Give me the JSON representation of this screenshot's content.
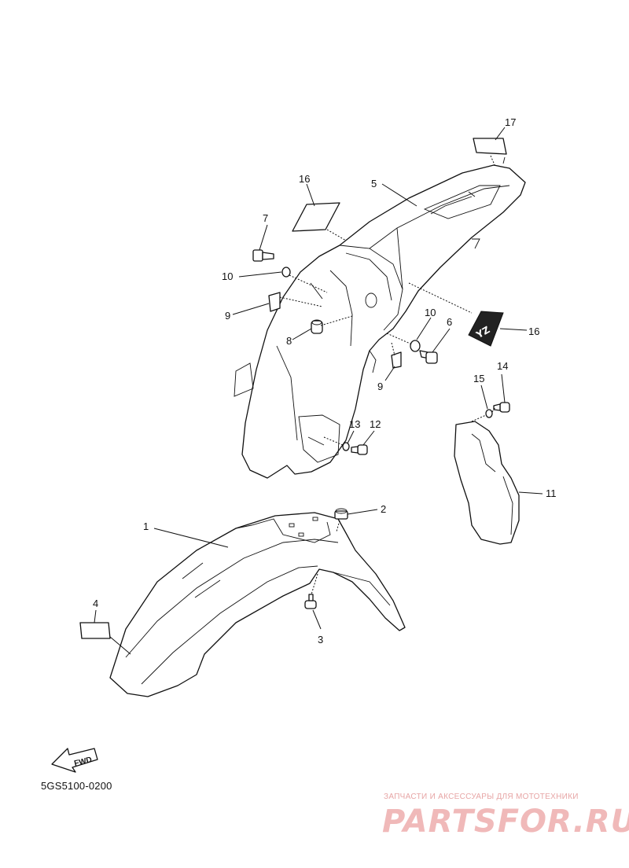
{
  "diagram": {
    "part_code": "5GS5100-0200",
    "fwd_arrow_label": "FWD",
    "decal_text": "YZ",
    "labels": {
      "l1": "1",
      "l2": "2",
      "l3": "3",
      "l4": "4",
      "l5": "5",
      "l6": "6",
      "l7": "7",
      "l8": "8",
      "l9a": "9",
      "l9b": "9",
      "l10a": "10",
      "l10b": "10",
      "l11": "11",
      "l12": "12",
      "l13": "13",
      "l14": "14",
      "l15": "15",
      "l16a": "16",
      "l16b": "16",
      "l17": "17"
    }
  },
  "watermark": {
    "subtitle": "ЗАПЧАСТИ И АКСЕССУАРЫ ДЛЯ МОТОТЕХНИКИ",
    "site": "PARTSFOR.RU",
    "color": "#f0b9b9"
  }
}
